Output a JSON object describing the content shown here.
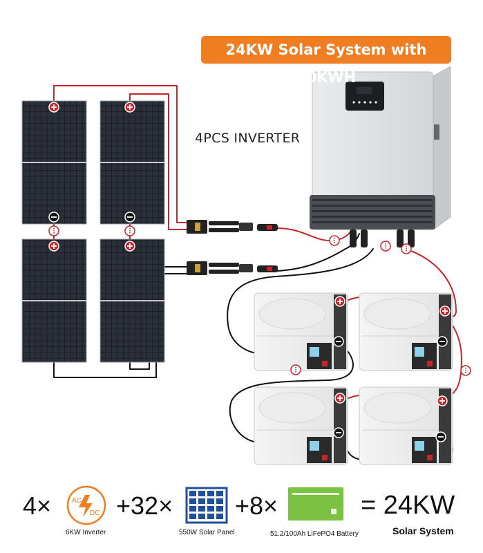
{
  "banner": {
    "title": "24KW Solar System with 40KWH"
  },
  "inverter_label": "4PCS INVERTER",
  "summary": {
    "inverter_count": "4×",
    "inverter_icon_top": "AC",
    "inverter_icon_bottom": "DC",
    "inverter_caption": "6KW Inverter",
    "panel_count": "+32×",
    "panel_caption": "550W Solar Panel",
    "battery_count": "+8×",
    "battery_caption": "51.2/100Ah LiFePO4 Battery",
    "total": "= 24KW",
    "total_caption": "Solar System"
  },
  "colors": {
    "banner": "#ef7d22",
    "positive_wire": "#c8242b",
    "negative_wire": "#111111",
    "panel_icon": "#1f4fa0",
    "battery_icon": "#7bc142"
  }
}
